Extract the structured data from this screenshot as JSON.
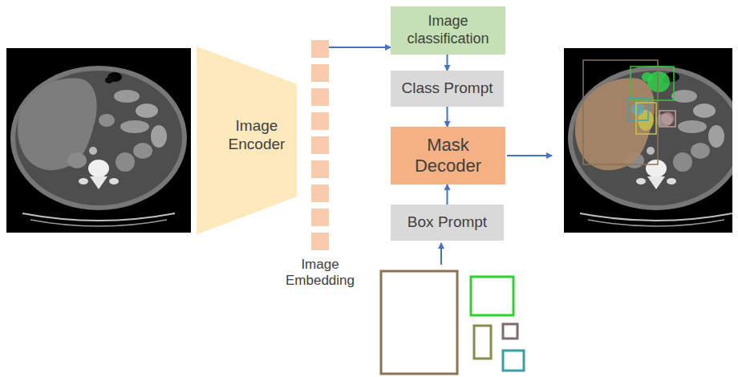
{
  "diagram": {
    "nodes": [
      {
        "text": [
          "Image Encoder"
        ]
      },
      {
        "text": [
          "Image Embedding"
        ]
      },
      {
        "text": [
          "Image classification"
        ]
      },
      {
        "text": [
          "Class Prompt"
        ]
      },
      {
        "text": [
          "Mask Decoder"
        ]
      },
      {
        "text": [
          "Box Prompt"
        ]
      }
    ],
    "edges": [
      {
        "from": 1,
        "to": 2,
        "arrow": "to"
      },
      {
        "from": 2,
        "to": 3,
        "arrow": "to"
      },
      {
        "from": 3,
        "to": 4,
        "arrow": "to"
      },
      {
        "from": 5,
        "to": 4,
        "arrow": "to"
      }
    ]
  }
}
